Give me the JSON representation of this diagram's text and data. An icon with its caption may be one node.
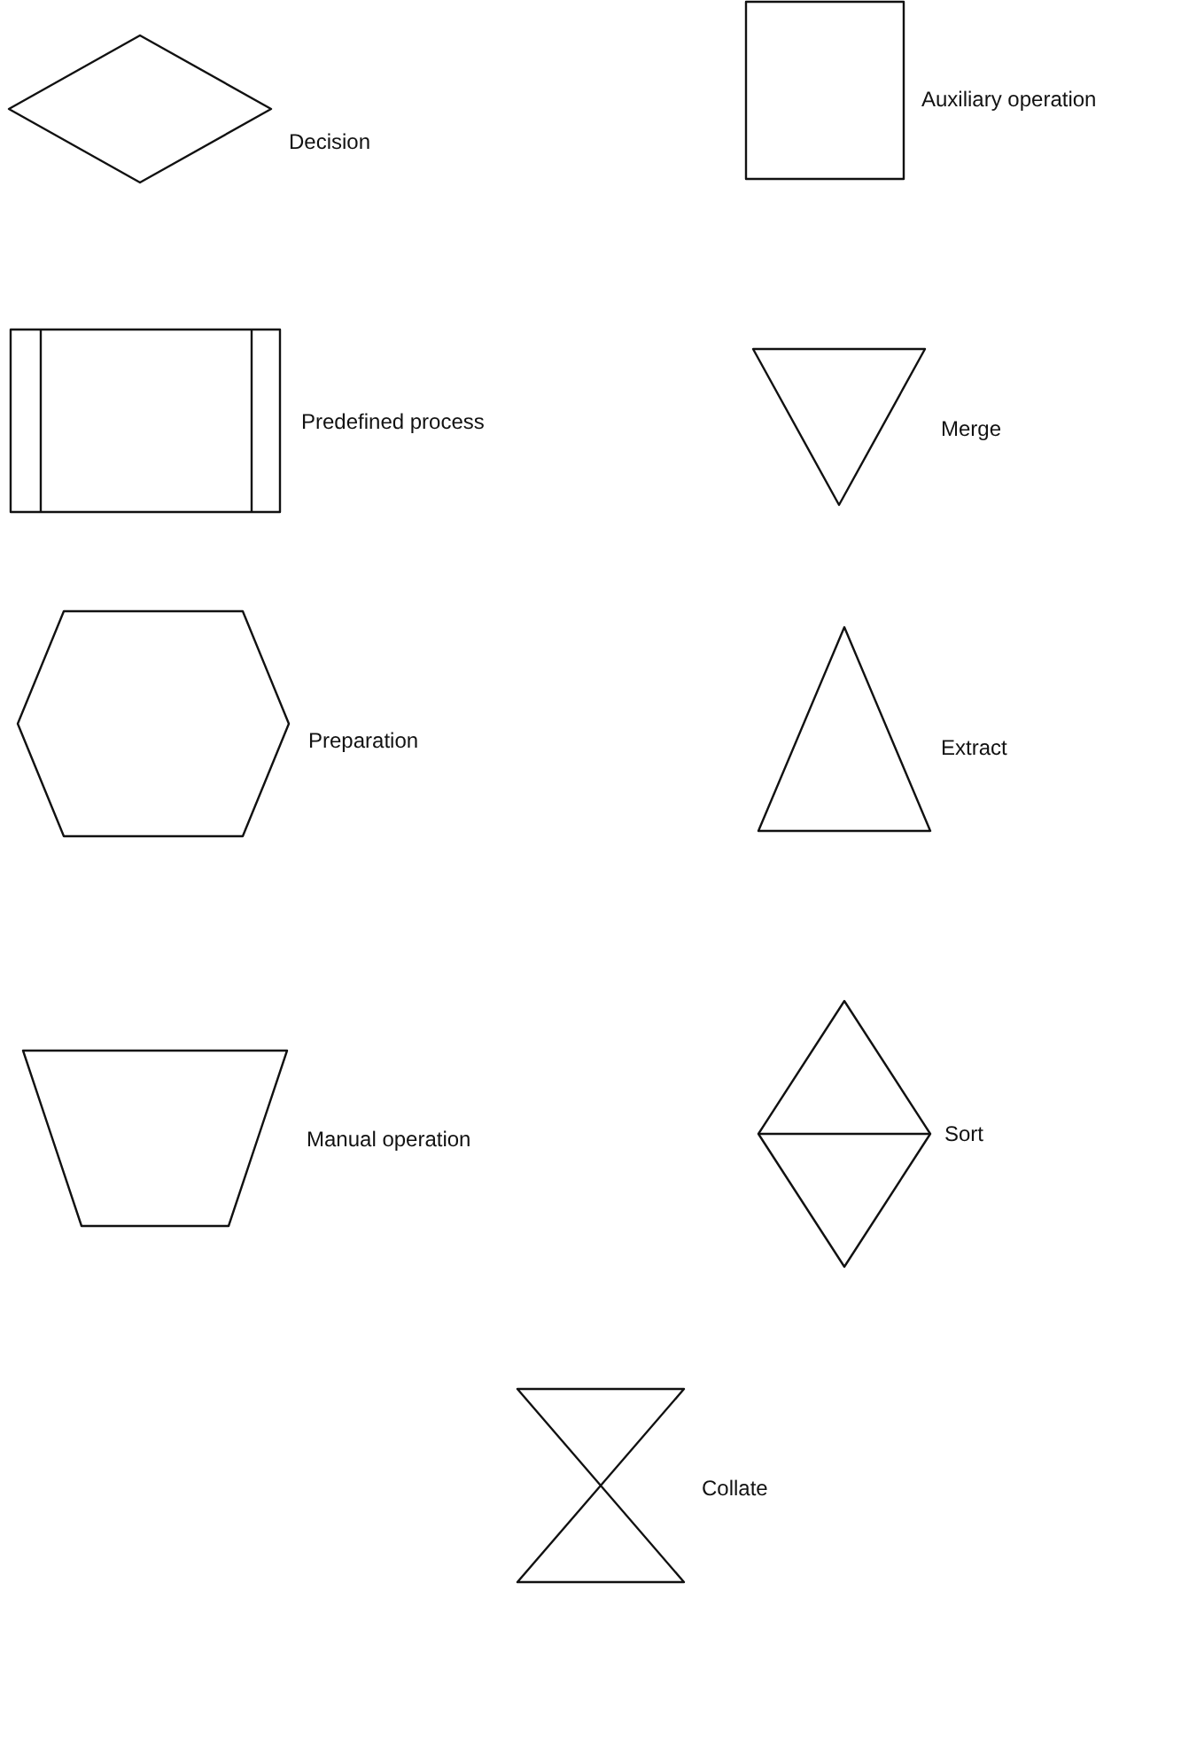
{
  "diagram": {
    "nodes": [
      {
        "text": [],
        "shape": "diamond",
        "beside": [
          "Decision"
        ]
      },
      {
        "text": [],
        "shape": "box",
        "beside": [
          "Auxiliary operation"
        ]
      },
      {
        "text": [],
        "shape": "box",
        "beside": [
          "Predefined process"
        ]
      },
      {
        "text": [],
        "shape": "triangle",
        "beside": [
          "Merge"
        ]
      },
      {
        "text": [],
        "shape": "hexagon",
        "beside": [
          "Preparation"
        ]
      },
      {
        "text": [],
        "shape": "triangle",
        "beside": [
          "Extract"
        ]
      },
      {
        "text": [],
        "shape": "trapezoid",
        "beside": [
          "Manual operation"
        ]
      },
      {
        "text": [],
        "shape": "diamond",
        "beside": [
          "Sort"
        ]
      },
      {
        "text": [],
        "shape": "hourglass",
        "beside": [
          "Collate"
        ]
      }
    ]
  }
}
